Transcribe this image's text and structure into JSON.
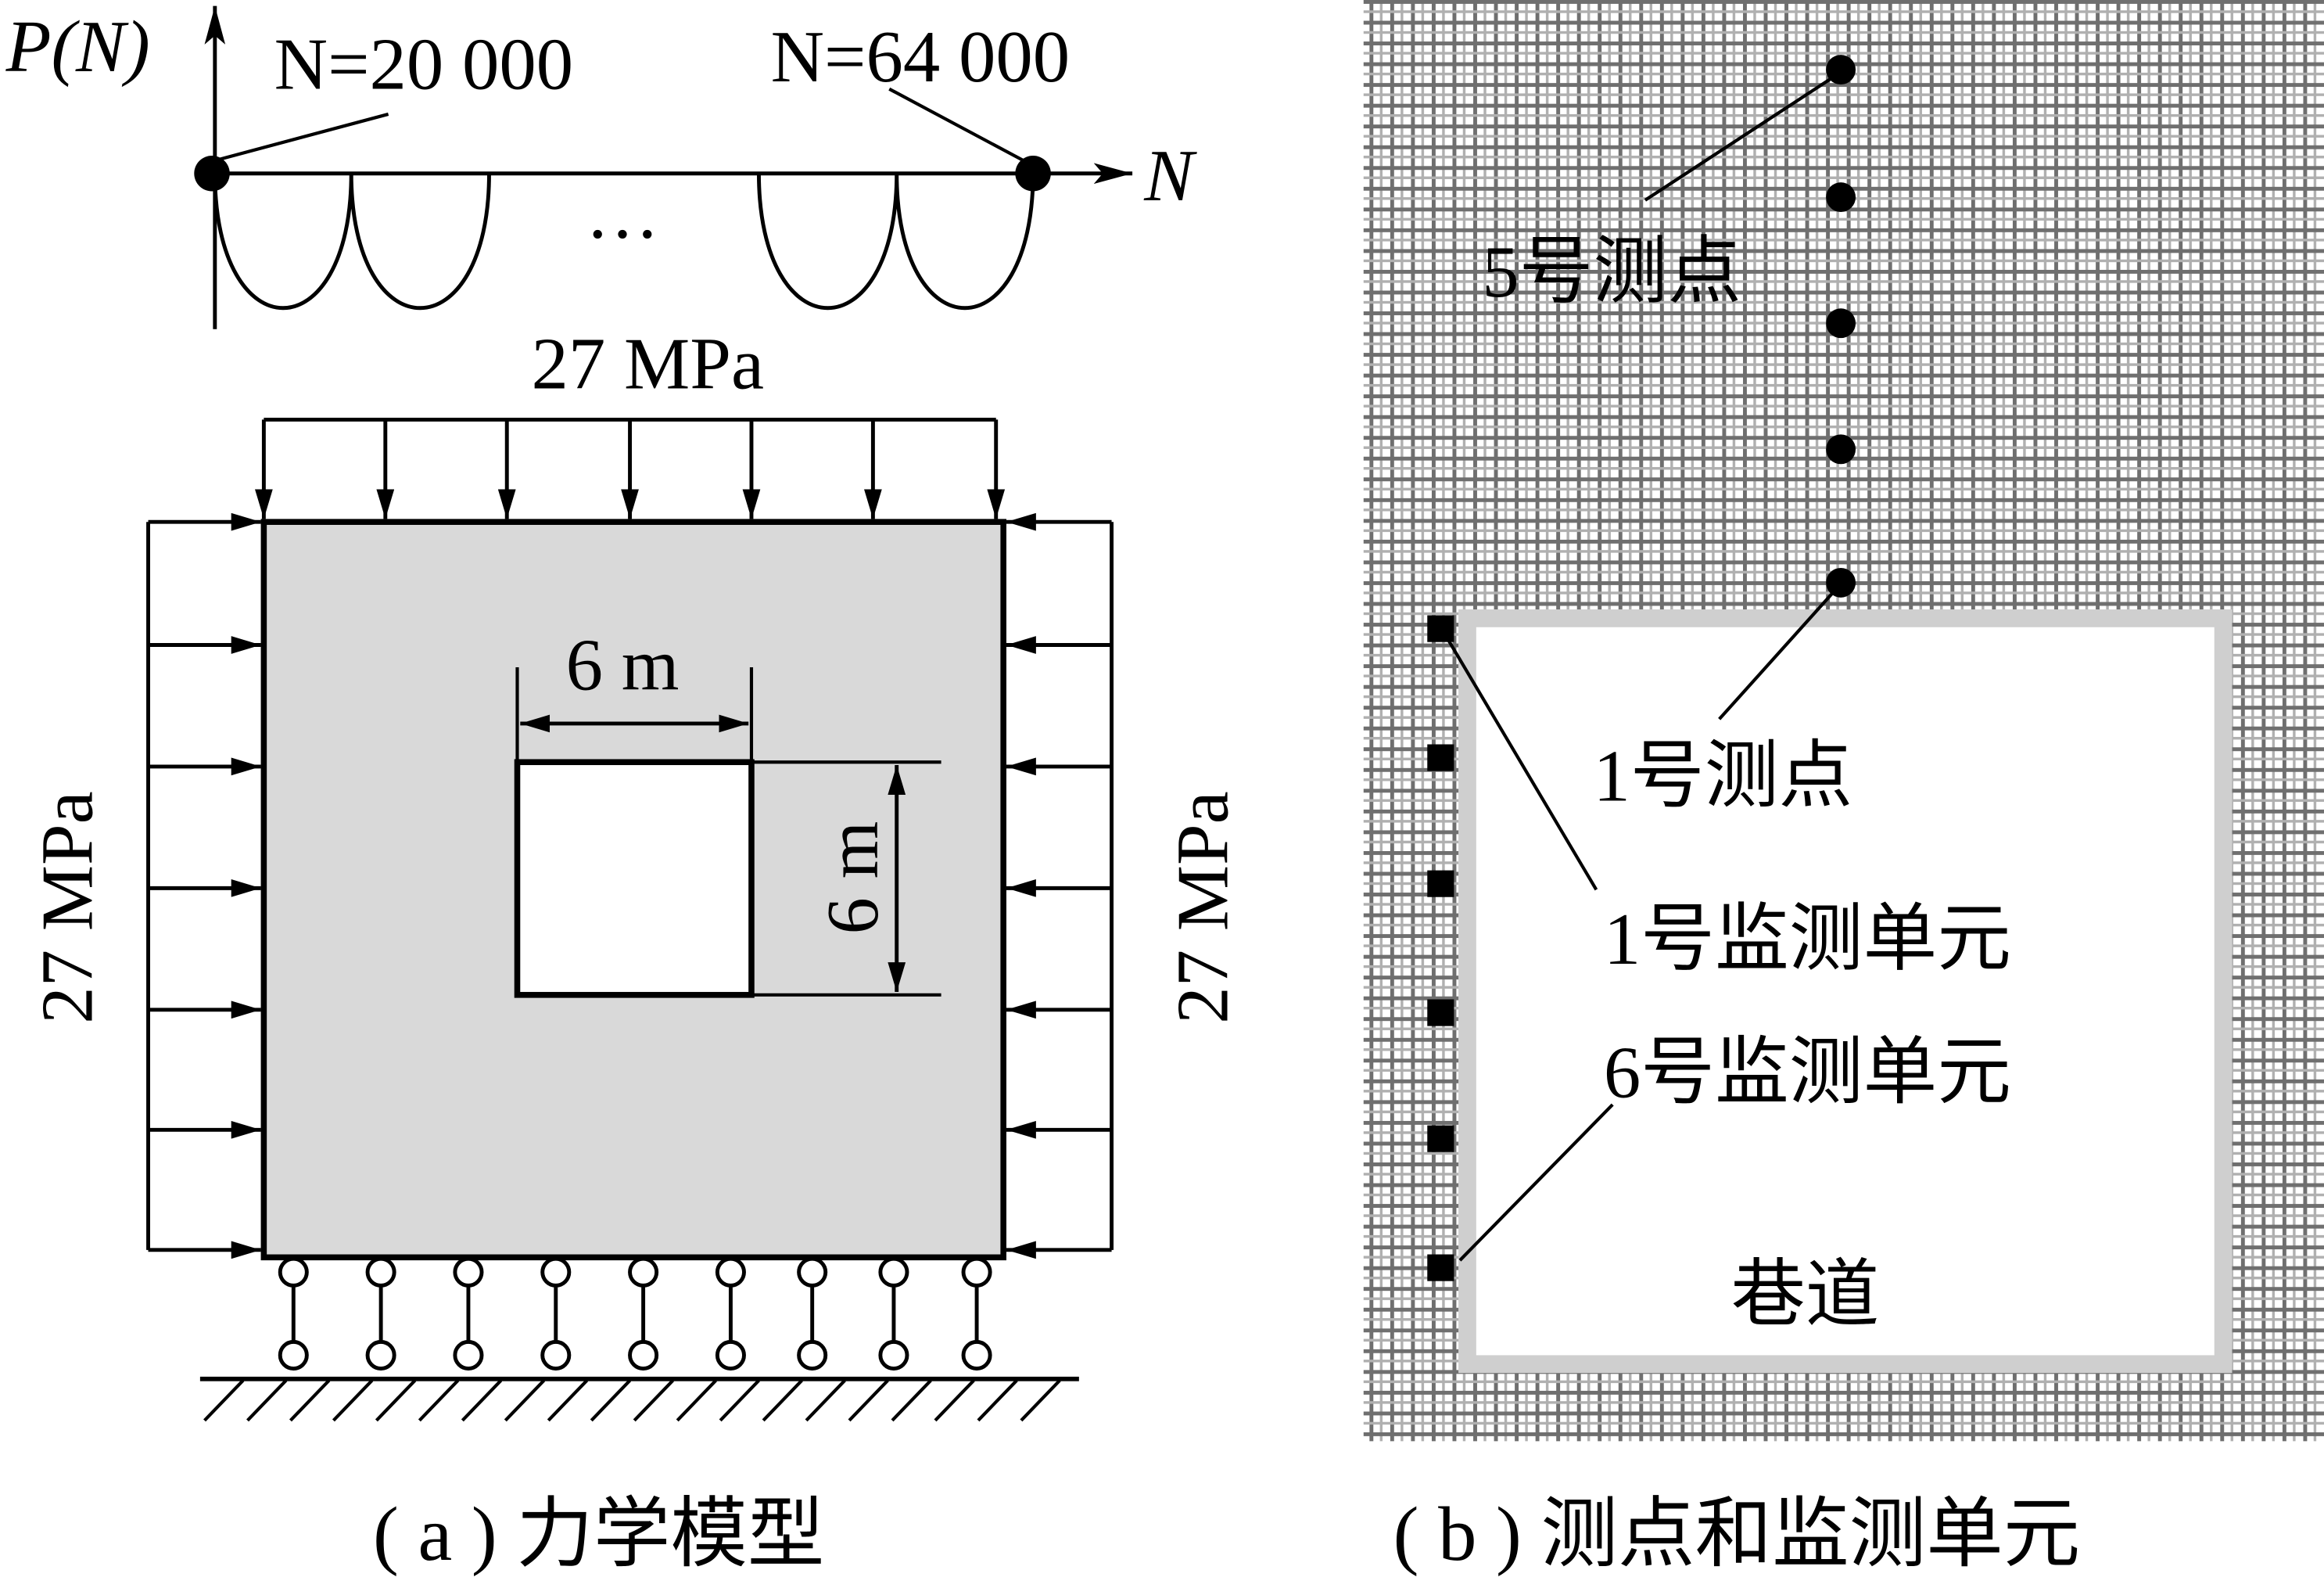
{
  "panel_a": {
    "cycle_diagram": {
      "y_axis_label": "P(N)",
      "x_axis_label": "N",
      "start_label": "N=20 000",
      "end_label": "N=64 000",
      "ellipsis": "…"
    },
    "top_load_label": "27 MPa",
    "left_load_label": "27 MPa",
    "right_load_label": "27 MPa",
    "opening_width_label": "6 m",
    "opening_height_label": "6 m",
    "caption": "( a ) 力学模型"
  },
  "panel_b": {
    "point_5_label": "5号测点",
    "point_1_label": "1号测点",
    "unit_1_label": "1号监测单元",
    "unit_6_label": "6号监测单元",
    "tunnel_label": "巷道",
    "caption": "( b ) 测点和监测单元"
  },
  "colors": {
    "model_fill": "#d9d9d9",
    "mesh_dark": "#6f6f6f",
    "mesh_light": "#b0b0b0",
    "tunnel_border": "#cfcfcf",
    "tunnel_fill": "#ffffff"
  }
}
